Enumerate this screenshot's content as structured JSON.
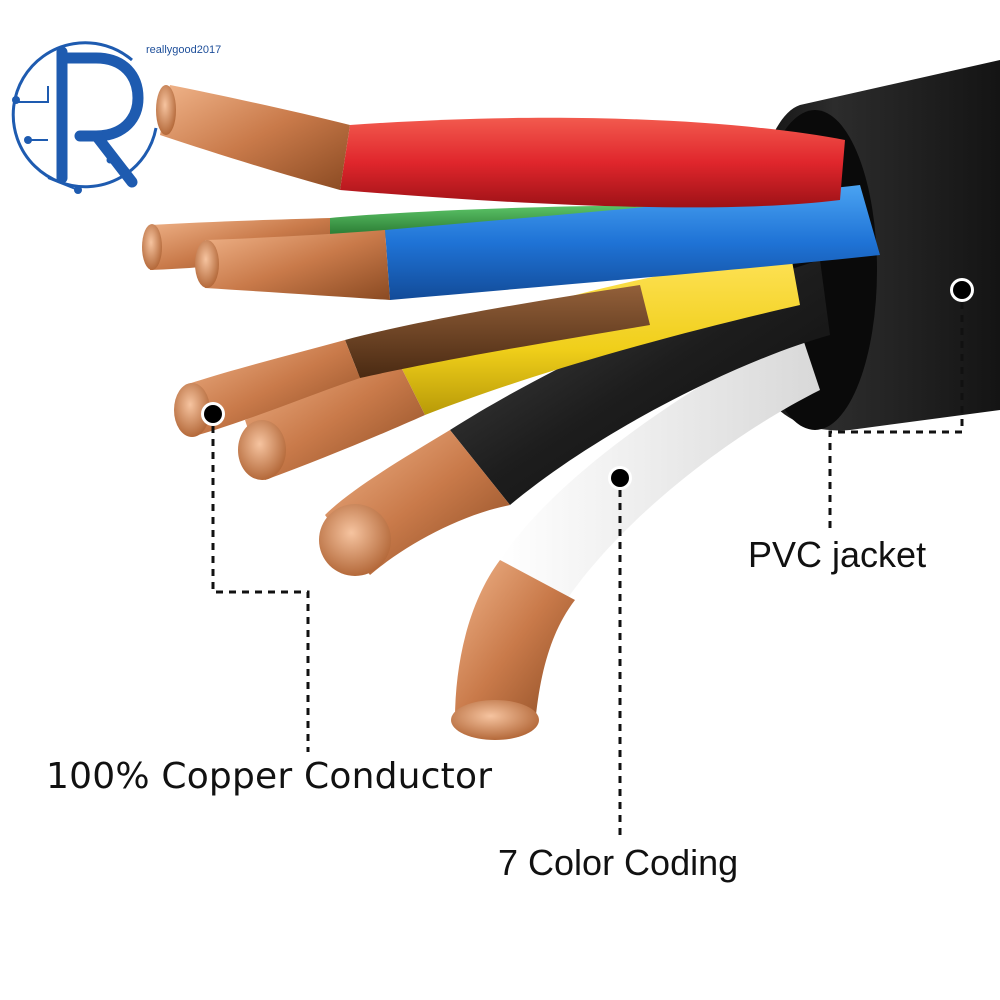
{
  "brand": {
    "watermark_text": "reallygood2017",
    "color": "#1e5bb0"
  },
  "callouts": {
    "copper_conductor": "100% Copper Conductor",
    "color_coding": "7 Color Coding",
    "pvc_jacket": "PVC jacket"
  },
  "colors": {
    "jacket": "#1b1b1b",
    "red": "#e0262c",
    "blue": "#1f73d6",
    "green": "#2f9a3c",
    "brown": "#6b3f1f",
    "yellow": "#f0cf1a",
    "black_core": "#1d1d1d",
    "white_core": "#f4f4f4",
    "copper": "#c97a4a"
  }
}
